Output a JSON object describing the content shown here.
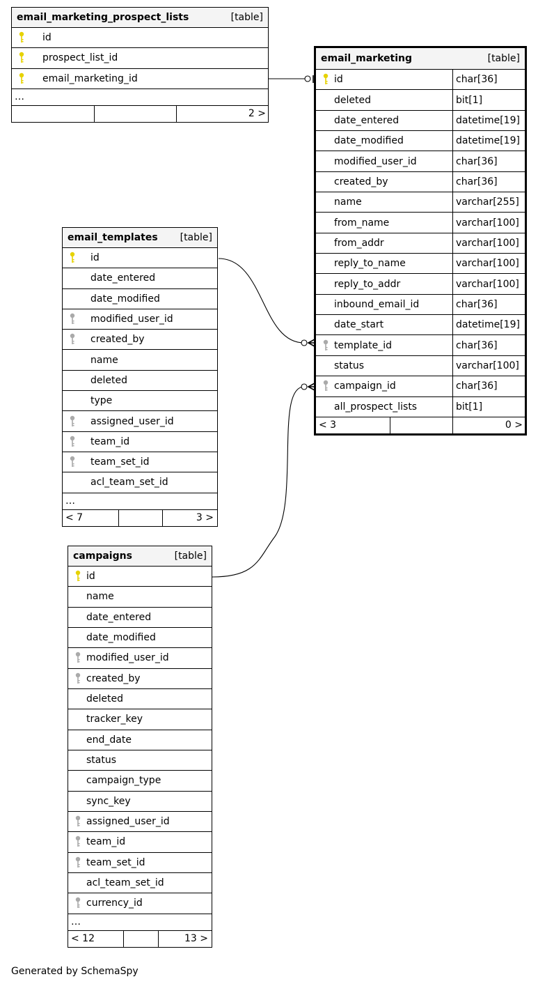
{
  "prospect_lists": {
    "name": "email_marketing_prospect_lists",
    "type": "[table]",
    "columns": [
      {
        "name": "id",
        "key": "primary"
      },
      {
        "name": "prospect_list_id",
        "key": "primary"
      },
      {
        "name": "email_marketing_id",
        "key": "primary"
      }
    ],
    "ellipsis": "…",
    "nav_left": "",
    "nav_right": "2 >"
  },
  "email_marketing": {
    "name": "email_marketing",
    "type": "[table]",
    "columns": [
      {
        "name": "id",
        "datatype": "char[36]",
        "key": "primary"
      },
      {
        "name": "deleted",
        "datatype": "bit[1]",
        "key": ""
      },
      {
        "name": "date_entered",
        "datatype": "datetime[19]",
        "key": ""
      },
      {
        "name": "date_modified",
        "datatype": "datetime[19]",
        "key": ""
      },
      {
        "name": "modified_user_id",
        "datatype": "char[36]",
        "key": ""
      },
      {
        "name": "created_by",
        "datatype": "char[36]",
        "key": ""
      },
      {
        "name": "name",
        "datatype": "varchar[255]",
        "key": ""
      },
      {
        "name": "from_name",
        "datatype": "varchar[100]",
        "key": ""
      },
      {
        "name": "from_addr",
        "datatype": "varchar[100]",
        "key": ""
      },
      {
        "name": "reply_to_name",
        "datatype": "varchar[100]",
        "key": ""
      },
      {
        "name": "reply_to_addr",
        "datatype": "varchar[100]",
        "key": ""
      },
      {
        "name": "inbound_email_id",
        "datatype": "char[36]",
        "key": ""
      },
      {
        "name": "date_start",
        "datatype": "datetime[19]",
        "key": ""
      },
      {
        "name": "template_id",
        "datatype": "char[36]",
        "key": "foreign"
      },
      {
        "name": "status",
        "datatype": "varchar[100]",
        "key": ""
      },
      {
        "name": "campaign_id",
        "datatype": "char[36]",
        "key": "foreign"
      },
      {
        "name": "all_prospect_lists",
        "datatype": "bit[1]",
        "key": ""
      }
    ],
    "nav_left": "< 3",
    "nav_right": "0 >"
  },
  "email_templates": {
    "name": "email_templates",
    "type": "[table]",
    "columns": [
      {
        "name": "id",
        "key": "primary"
      },
      {
        "name": "date_entered",
        "key": ""
      },
      {
        "name": "date_modified",
        "key": ""
      },
      {
        "name": "modified_user_id",
        "key": "foreign"
      },
      {
        "name": "created_by",
        "key": "foreign"
      },
      {
        "name": "name",
        "key": ""
      },
      {
        "name": "deleted",
        "key": ""
      },
      {
        "name": "type",
        "key": ""
      },
      {
        "name": "assigned_user_id",
        "key": "foreign"
      },
      {
        "name": "team_id",
        "key": "foreign"
      },
      {
        "name": "team_set_id",
        "key": "foreign"
      },
      {
        "name": "acl_team_set_id",
        "key": ""
      }
    ],
    "ellipsis": "…",
    "nav_left": "< 7",
    "nav_right": "3 >"
  },
  "campaigns": {
    "name": "campaigns",
    "type": "[table]",
    "columns": [
      {
        "name": "id",
        "key": "primary"
      },
      {
        "name": "name",
        "key": ""
      },
      {
        "name": "date_entered",
        "key": ""
      },
      {
        "name": "date_modified",
        "key": ""
      },
      {
        "name": "modified_user_id",
        "key": "foreign"
      },
      {
        "name": "created_by",
        "key": "foreign"
      },
      {
        "name": "deleted",
        "key": ""
      },
      {
        "name": "tracker_key",
        "key": ""
      },
      {
        "name": "end_date",
        "key": ""
      },
      {
        "name": "status",
        "key": ""
      },
      {
        "name": "campaign_type",
        "key": ""
      },
      {
        "name": "sync_key",
        "key": ""
      },
      {
        "name": "assigned_user_id",
        "key": "foreign"
      },
      {
        "name": "team_id",
        "key": "foreign"
      },
      {
        "name": "team_set_id",
        "key": "foreign"
      },
      {
        "name": "acl_team_set_id",
        "key": ""
      },
      {
        "name": "currency_id",
        "key": "foreign"
      }
    ],
    "ellipsis": "…",
    "nav_left": "< 12",
    "nav_right": "13 >"
  },
  "colors": {
    "primary_key": "#e6d200",
    "foreign_key": "#aaaaaa",
    "header_bg": "#f4f4f4"
  },
  "footer": "Generated by SchemaSpy"
}
